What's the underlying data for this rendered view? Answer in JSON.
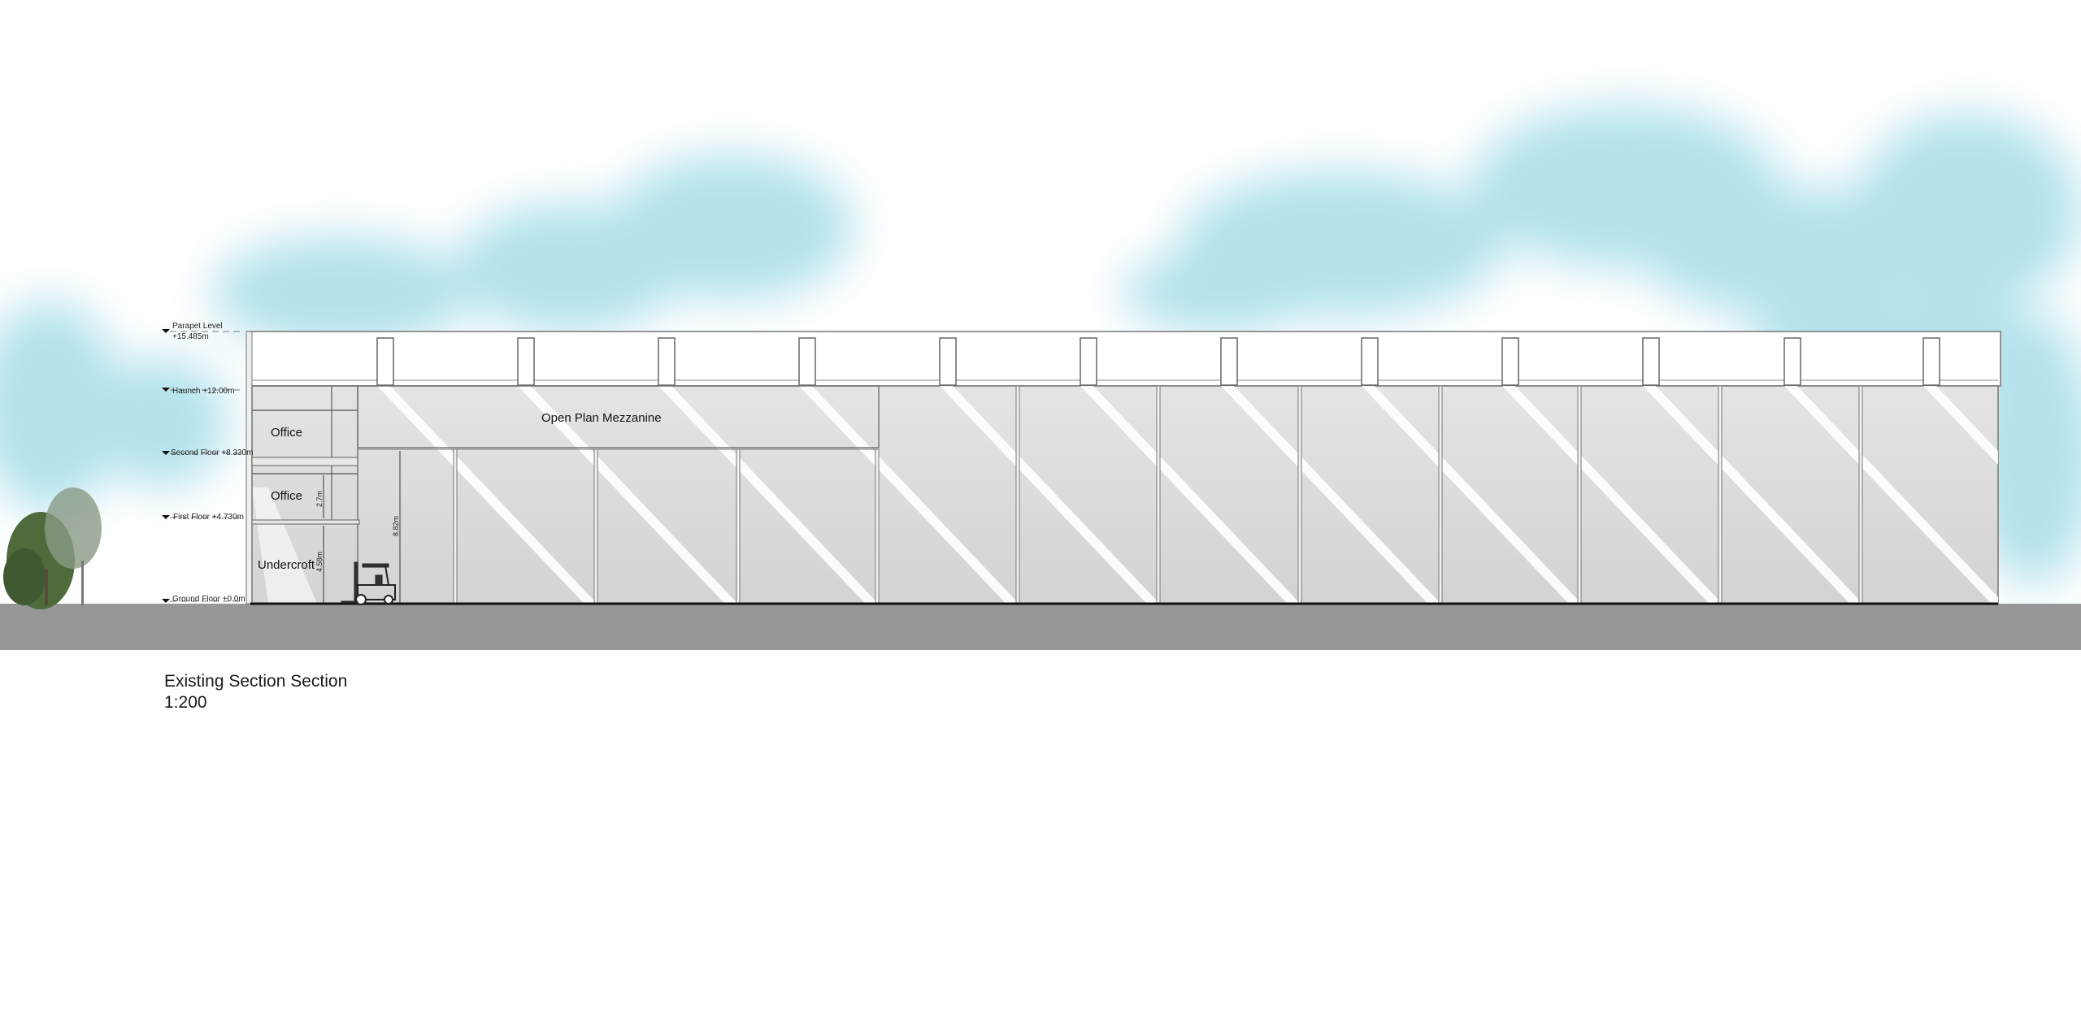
{
  "levels": [
    {
      "name": "Parapet Level",
      "value": "+15.485m"
    },
    {
      "label": "Haunch +12.00m"
    },
    {
      "label": "Second Floor +8.330m"
    },
    {
      "label": "First Floor +4.730m"
    },
    {
      "label": "Ground Floor +0.0m"
    }
  ],
  "rooms": {
    "office_upper": "Office",
    "office_lower": "Office",
    "undercroft": "Undercroft",
    "mezzanine": "Open Plan Mezzanine"
  },
  "dimensions": {
    "office_height": "2.7m",
    "undercroft_height": "4.58m",
    "mezzanine_clearance": "8.82m"
  },
  "caption": {
    "title": "Existing Section Section",
    "scale": "1:200"
  },
  "colors": {
    "sky": "#9fdbe8",
    "interior": "#dcdcdc",
    "ground": "#979797"
  }
}
